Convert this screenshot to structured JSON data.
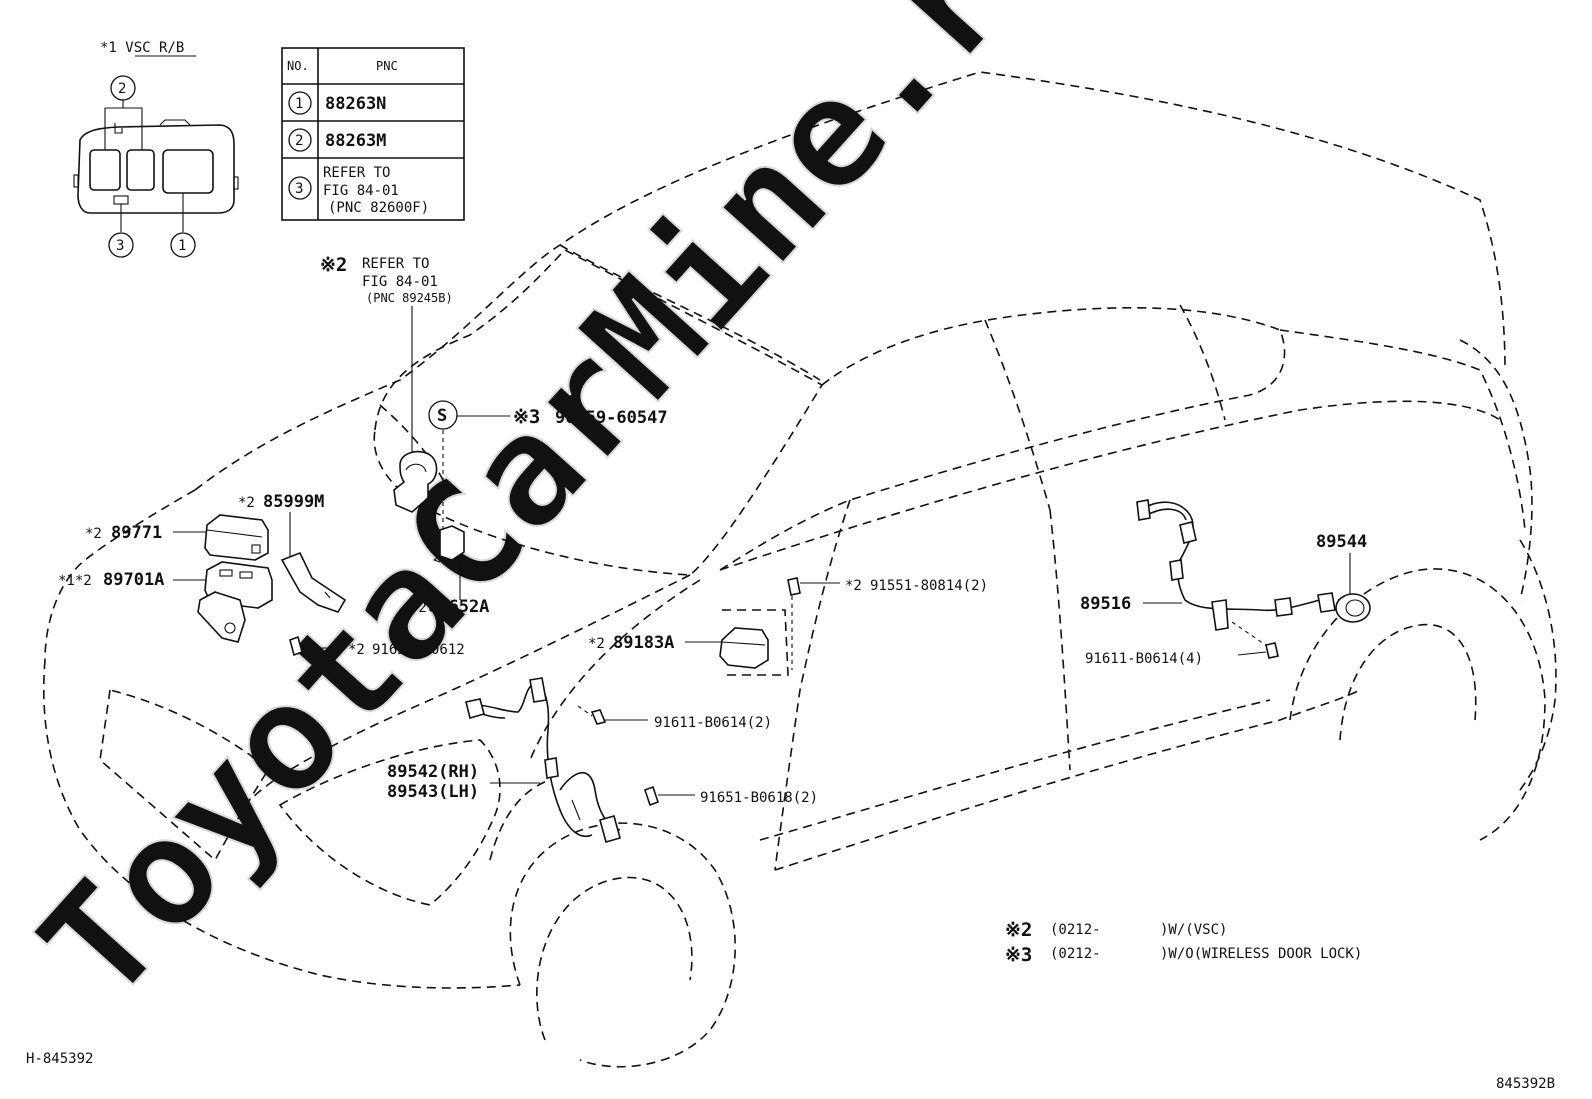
{
  "watermark": "ToyotaCarMine.ru",
  "inset": {
    "title": "*1 VSC R/B",
    "callouts": [
      "2",
      "3",
      "1"
    ]
  },
  "pnc_table": {
    "headers": [
      "NO.",
      "PNC"
    ],
    "rows": [
      {
        "no": "1",
        "lines": [
          "88263N"
        ]
      },
      {
        "no": "2",
        "lines": [
          "88263M"
        ]
      },
      {
        "no": "3",
        "lines": [
          "REFER TO",
          "FIG 84-01",
          "(PNC 82600F)"
        ]
      }
    ]
  },
  "labels": {
    "refer2_mark": "※2",
    "refer2_l1": "REFER TO",
    "refer2_l2": "FIG 84-01",
    "refer2_l3": "(PNC 89245B)",
    "s_symbol": "S",
    "p90159_mark": "※3",
    "p90159": "90159-60547",
    "p85999m_mark": "*2",
    "p85999m": "85999M",
    "p89771_mark": "*2",
    "p89771": "89771",
    "p89701a_mark": "*1*2",
    "p89701a": "89701A",
    "p86652a_mark": "*2",
    "p86652a": "86652A",
    "p91651_60612_mark": "*2",
    "p91651_60612": "91651-60612",
    "p91551_mark": "*2",
    "p91551": "91551-80814(2)",
    "p89183a_mark": "*2",
    "p89183a": "89183A",
    "p91611_2": "91611-B0614(2)",
    "p89542": "89542(RH)",
    "p89543": "89543(LH)",
    "p91651_b0618": "91651-B0618(2)",
    "p89516": "89516",
    "p89544": "89544",
    "p91611_4": "91611-B0614(4)"
  },
  "notes": [
    {
      "mark": "※2",
      "range": "(0212-",
      "text": ")W/(VSC)"
    },
    {
      "mark": "※3",
      "range": "(0212-",
      "text": ")W/O(WIRELESS DOOR LOCK)"
    }
  ],
  "footer": {
    "left_code": "H-845392",
    "right_code": "845392B"
  }
}
